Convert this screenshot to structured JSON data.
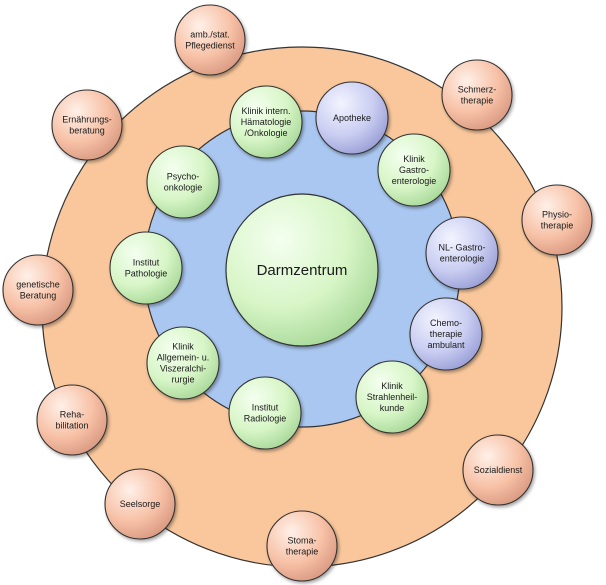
{
  "center": {
    "label": "Darmzentrum"
  },
  "inner_nodes": [
    {
      "id": "klinik-haematologie",
      "lines": [
        "Klinik intern.",
        "Hämatologie",
        "/Onkologie"
      ],
      "color": "green"
    },
    {
      "id": "apotheke",
      "lines": [
        "Apotheke"
      ],
      "color": "lavender"
    },
    {
      "id": "klinik-gastroenterologie",
      "lines": [
        "Klinik",
        "Gastro-",
        "enterologie"
      ],
      "color": "green"
    },
    {
      "id": "nl-gastroenterologie",
      "lines": [
        "NL- Gastro-",
        "enterologie"
      ],
      "color": "lavender"
    },
    {
      "id": "chemotherapie-ambulant",
      "lines": [
        "Chemo-",
        "therapie",
        "ambulant"
      ],
      "color": "lavender"
    },
    {
      "id": "klinik-strahlenheilkunde",
      "lines": [
        "Klinik",
        "Strahlenheil-",
        "kunde"
      ],
      "color": "green"
    },
    {
      "id": "institut-radiologie",
      "lines": [
        "Institut",
        "Radiologie"
      ],
      "color": "green"
    },
    {
      "id": "klinik-viszeralchirurgie",
      "lines": [
        "Klinik",
        "Allgemein- u.",
        "Viszeralchi-",
        "rurgie"
      ],
      "color": "green"
    },
    {
      "id": "institut-pathologie",
      "lines": [
        "Institut",
        "Pathologie"
      ],
      "color": "green"
    },
    {
      "id": "psychoonkologie",
      "lines": [
        "Psycho-",
        "onkologie"
      ],
      "color": "green"
    }
  ],
  "outer_nodes": [
    {
      "id": "pflegedienst",
      "lines": [
        "amb./stat.",
        "Pflegedienst"
      ]
    },
    {
      "id": "schmerztherapie",
      "lines": [
        "Schmerz-",
        "therapie"
      ]
    },
    {
      "id": "physiotherapie",
      "lines": [
        "Physio-",
        "therapie"
      ]
    },
    {
      "id": "sozialdienst",
      "lines": [
        "Sozialdienst"
      ]
    },
    {
      "id": "stomatherapie",
      "lines": [
        "Stoma-",
        "therapie"
      ]
    },
    {
      "id": "seelsorge",
      "lines": [
        "Seelsorge"
      ]
    },
    {
      "id": "rehabilitation",
      "lines": [
        "Reha-",
        "bilitation"
      ]
    },
    {
      "id": "genetische-beratung",
      "lines": [
        "genetische",
        "Beratung"
      ]
    },
    {
      "id": "ernaehrungsberatung",
      "lines": [
        "Ernährungs-",
        "beratung"
      ]
    }
  ],
  "colors": {
    "outer_ring": "#f9c79b",
    "inner_ring": "#a9c7f0",
    "green_node": "#d7f5c6",
    "lavender_node": "#c9cdf1",
    "outer_node": "#f7c1a6",
    "stroke": "#333333"
  }
}
